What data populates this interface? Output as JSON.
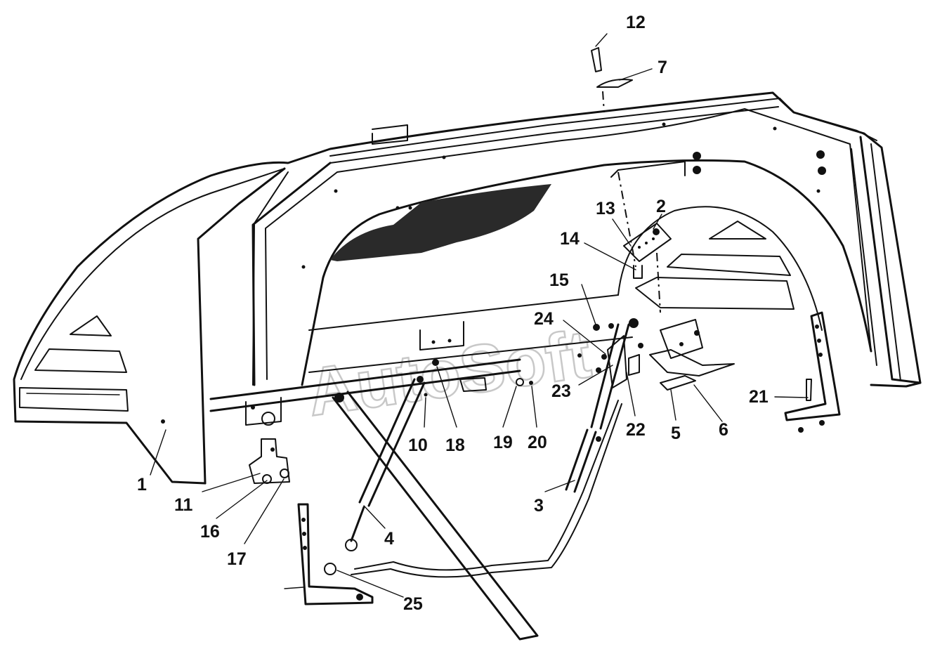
{
  "diagram": {
    "watermark": "AutoSoft",
    "callouts": [
      {
        "id": "c1",
        "label": "1"
      },
      {
        "id": "c2",
        "label": "2"
      },
      {
        "id": "c3",
        "label": "3"
      },
      {
        "id": "c4",
        "label": "4"
      },
      {
        "id": "c5",
        "label": "5"
      },
      {
        "id": "c6",
        "label": "6"
      },
      {
        "id": "c7",
        "label": "7"
      },
      {
        "id": "c10",
        "label": "10"
      },
      {
        "id": "c11",
        "label": "11"
      },
      {
        "id": "c12",
        "label": "12"
      },
      {
        "id": "c13",
        "label": "13"
      },
      {
        "id": "c14",
        "label": "14"
      },
      {
        "id": "c15",
        "label": "15"
      },
      {
        "id": "c16",
        "label": "16"
      },
      {
        "id": "c17",
        "label": "17"
      },
      {
        "id": "c18",
        "label": "18"
      },
      {
        "id": "c19",
        "label": "19"
      },
      {
        "id": "c20",
        "label": "20"
      },
      {
        "id": "c21",
        "label": "21"
      },
      {
        "id": "c22",
        "label": "22"
      },
      {
        "id": "c23",
        "label": "23"
      },
      {
        "id": "c24",
        "label": "24"
      },
      {
        "id": "c25",
        "label": "25"
      }
    ]
  }
}
